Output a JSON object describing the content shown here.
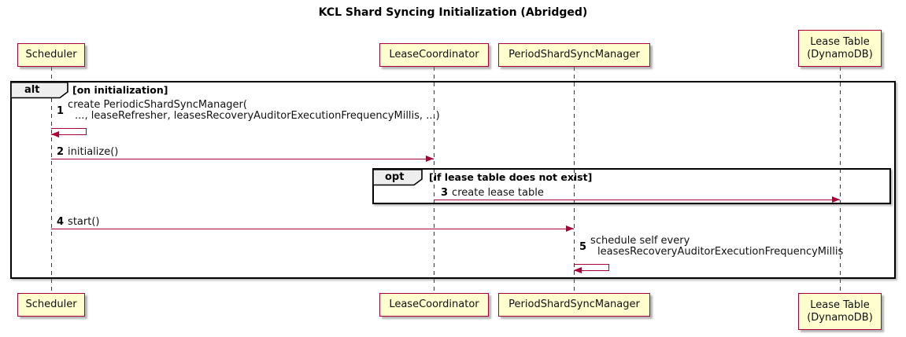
{
  "title": "KCL Shard Syncing Initialization (Abridged)",
  "colors": {
    "participant_fill": "#FEFECE",
    "line_accent": "#A80036",
    "frame_border": "#000000",
    "frame_label_fill": "#EEEEEE"
  },
  "participants": [
    {
      "lines": [
        "Scheduler"
      ]
    },
    {
      "lines": [
        "LeaseCoordinator"
      ]
    },
    {
      "lines": [
        "PeriodShardSyncManager"
      ]
    },
    {
      "lines": [
        "Lease Table",
        "(DynamoDB)"
      ]
    }
  ],
  "frames": {
    "alt": {
      "keyword": "alt",
      "guard": "[on initialization]"
    },
    "opt": {
      "keyword": "opt",
      "guard": "[if lease table does not exist]"
    }
  },
  "messages": [
    {
      "num": "1",
      "lines": [
        "create PeriodicShardSyncManager(",
        "..., leaseRefresher, leasesRecoveryAuditorExecutionFrequencyMillis, ...)"
      ]
    },
    {
      "num": "2",
      "text": "initialize()"
    },
    {
      "num": "3",
      "text": "create lease table"
    },
    {
      "num": "4",
      "text": "start()"
    },
    {
      "num": "5",
      "lines": [
        "schedule self every",
        "leasesRecoveryAuditorExecutionFrequencyMillis"
      ]
    }
  ]
}
